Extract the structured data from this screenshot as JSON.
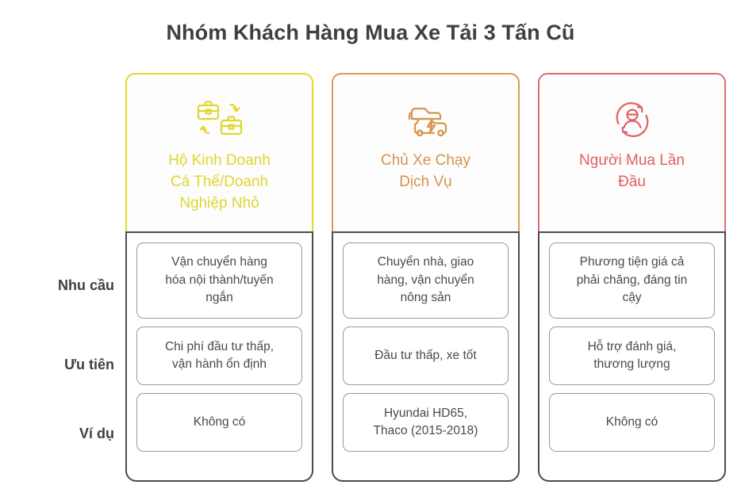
{
  "page": {
    "title": "Nhóm Khách Hàng Mua Xe Tải 3 Tấn Cũ"
  },
  "colors": {
    "column_1": "#e3d830",
    "column_2": "#d89b55",
    "column_3": "#e06d6d",
    "body_border": "#4b4b4b",
    "cell_border": "#9a9a9a",
    "text": "#4a4a4a",
    "title": "#3f3f3f"
  },
  "row_labels": [
    {
      "label": "Nhu cầu"
    },
    {
      "label": "Ưu tiên"
    },
    {
      "label": "Ví dụ"
    }
  ],
  "columns": [
    {
      "icon": "two-briefcases-exchange-icon",
      "title": "Hộ Kinh Doanh\nCá Thể/Doanh\nNghiệp Nhỏ",
      "cells": [
        "Vận chuyển hàng\nhóa nội thành/tuyến\nngắn",
        "Chi phí đầu tư thấp,\nvận hành ổn định",
        "Không có"
      ]
    },
    {
      "icon": "electric-truck-icon",
      "title": "Chủ Xe Chạy\nDịch Vụ",
      "cells": [
        "Chuyển nhà, giao\nhàng, vận chuyển\nnông sản",
        "Đầu tư thấp, xe tốt",
        "Hyundai HD65,\nThaco (2015-2018)"
      ]
    },
    {
      "icon": "person-in-refresh-circle-icon",
      "title": "Người Mua Lần\nĐầu",
      "cells": [
        "Phương tiện giá cả\nphải chăng, đáng tin\ncậy",
        "Hỗ trợ đánh giá,\nthương lượng",
        "Không có"
      ]
    }
  ]
}
